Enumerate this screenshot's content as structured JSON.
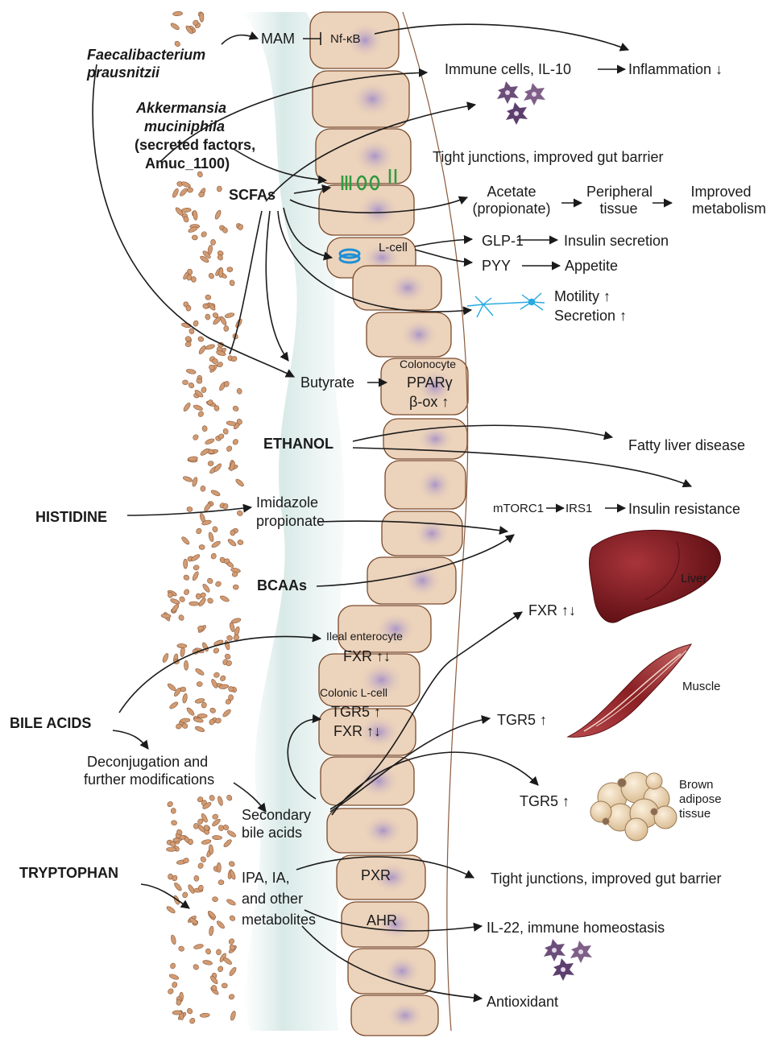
{
  "bacteria": {
    "faecali_1": "Faecalibacterium",
    "faecali_2": "prausnitzii",
    "akk_1": "Akkermansia",
    "akk_2": "muciniphila",
    "akk_3": "(secreted factors,",
    "akk_4": "Amuc_1100)"
  },
  "labels": {
    "mam": "MAM",
    "nfkb": "Nf-κB",
    "immune": "Immune cells, IL-10",
    "inflammation": "Inflammation",
    "tight1": "Tight junctions, improved gut barrier",
    "scfas": "SCFAs",
    "acetate_1": "Acetate",
    "acetate_2": "(propionate)",
    "peripheral_1": "Peripheral",
    "peripheral_2": "tissue",
    "improved_1": "Improved",
    "improved_2": "metabolism",
    "lcell": "L-cell",
    "glp1": "GLP-1",
    "insulin_secretion": "Insulin secretion",
    "pyy": "PYY",
    "appetite": "Appetite",
    "motility": "Motility",
    "secretion": "Secretion",
    "butyrate": "Butyrate",
    "colonocyte": "Colonocyte",
    "ppar": "PPARγ",
    "box": "β-ox",
    "ethanol": "ETHANOL",
    "fatty_liver": "Fatty liver disease",
    "histidine": "HISTIDINE",
    "imidazole_1": "Imidazole",
    "imidazole_2": "propionate",
    "mtorc": "mTORC1",
    "irs1": "IRS1",
    "insulin_res": "Insulin resistance",
    "bcaas": "BCAAs",
    "liver": "Liver",
    "ileal": "Ileal enterocyte",
    "fxr_ileal": "FXR",
    "fxr_liver": "FXR",
    "muscle": "Muscle",
    "colonic_lcell": "Colonic L-cell",
    "tgr5_colon": "TGR5",
    "fxr_colon": "FXR",
    "bile_acids": "BILE ACIDS",
    "tgr5_muscle": "TGR5",
    "decon_1": "Deconjugation and",
    "decon_2": "further modifications",
    "tgr5_bat": "TGR5",
    "brown_1": "Brown",
    "brown_2": "adipose",
    "brown_3": "tissue",
    "secondary_1": "Secondary",
    "secondary_2": "bile acids",
    "tryptophan": "TRYPTOPHAN",
    "ipa_1": "IPA, IA,",
    "ipa_2": "and other",
    "ipa_3": "metabolites",
    "pxr": "PXR",
    "tight2": "Tight junctions, improved gut barrier",
    "ahr": "AHR",
    "il22": "IL-22, immune homeostasis",
    "antioxidant": "Antioxidant"
  },
  "colors": {
    "cell_fill": "#ecd3bb",
    "cell_stroke": "#7a4a2c",
    "nucleus": "#b7a6cf",
    "mucus": "#cfe3e0",
    "bacteria": "#d29b72",
    "liver": "#7e1a1e",
    "muscle": "#9c2a2f",
    "adipose": "#ecd8b8",
    "junction": "#2e9a3e",
    "neuron": "#28a9e0",
    "immune": "#6b4f7a"
  }
}
